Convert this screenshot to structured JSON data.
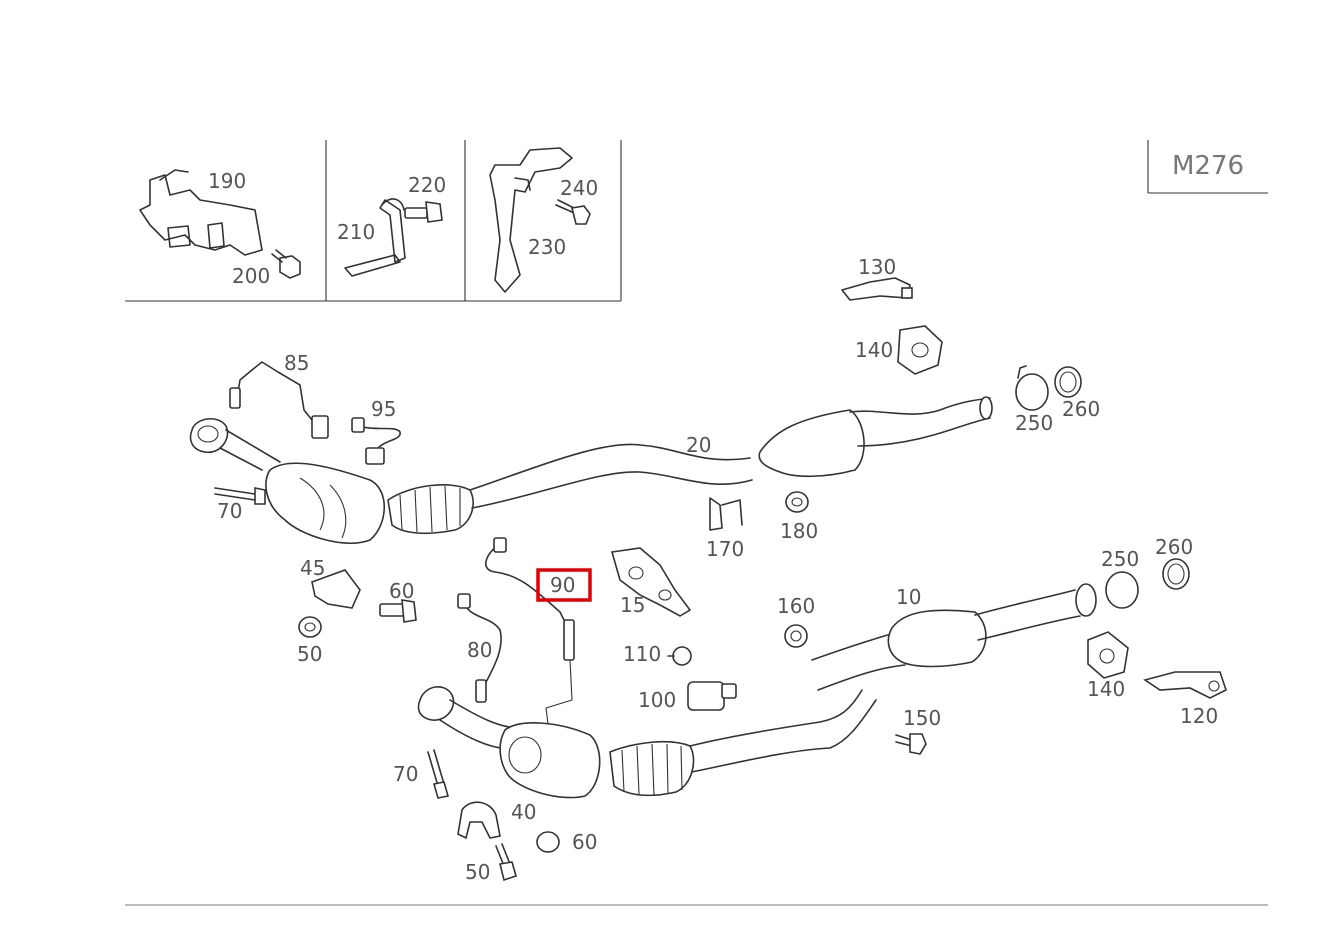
{
  "engine_code": "M276",
  "highlighted_part": "90",
  "highlight_color": "#e00000",
  "labels": {
    "p190": "190",
    "p200": "200",
    "p210": "210",
    "p220": "220",
    "p230": "230",
    "p240": "240",
    "p130": "130",
    "p140a": "140",
    "p85": "85",
    "p95": "95",
    "p250a": "250",
    "p260a": "260",
    "p20": "20",
    "p70a": "70",
    "p170": "170",
    "p180": "180",
    "p45": "45",
    "p60a": "60",
    "p90": "90",
    "p15": "15",
    "p160": "160",
    "p10": "10",
    "p250b": "250",
    "p260b": "260",
    "p50a": "50",
    "p80": "80",
    "p110": "110",
    "p100": "100",
    "p140b": "140",
    "p120": "120",
    "p150": "150",
    "p70b": "70",
    "p40": "40",
    "p60b": "60",
    "p50b": "50"
  }
}
